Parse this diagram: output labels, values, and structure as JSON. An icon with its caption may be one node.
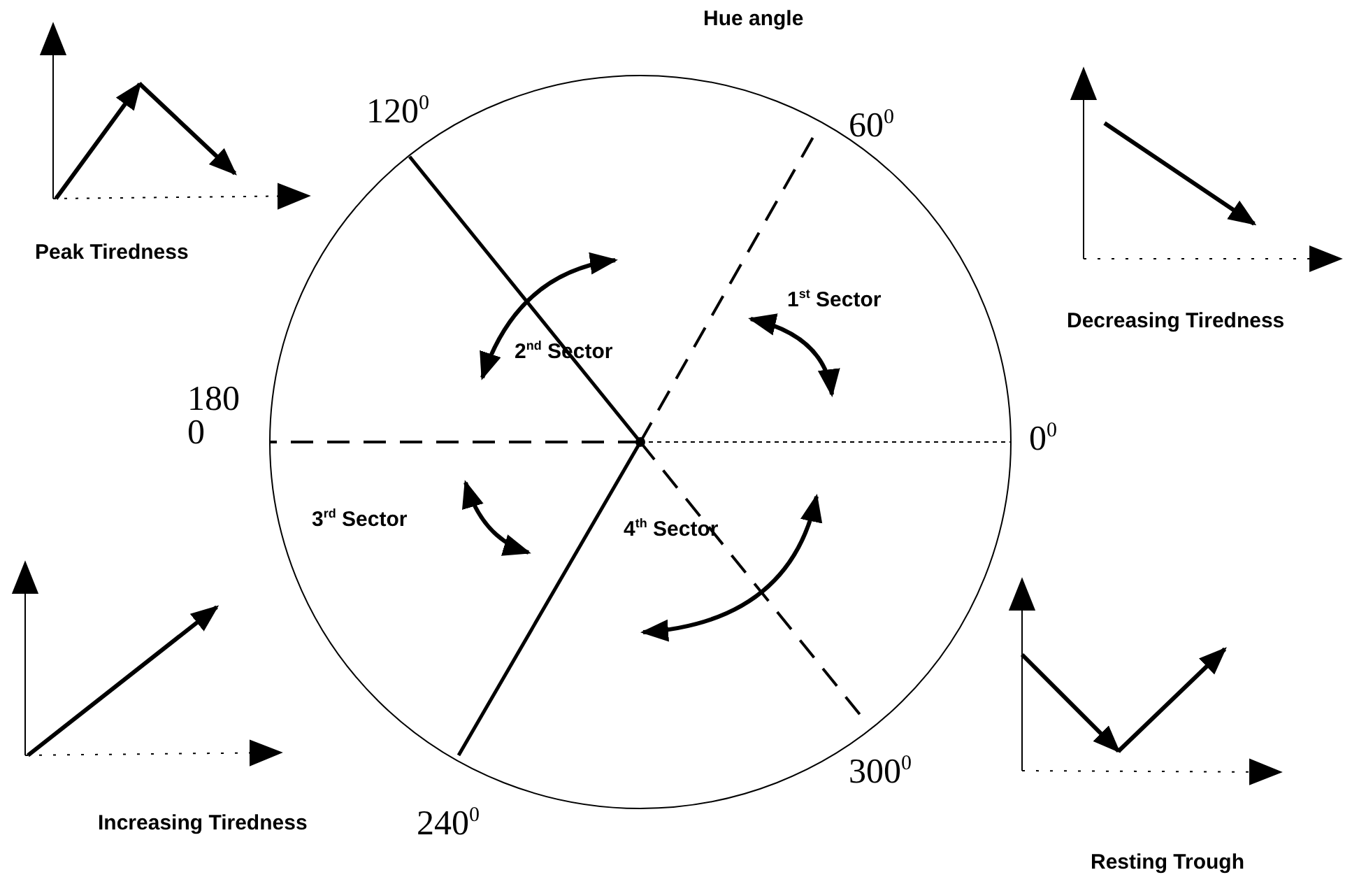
{
  "diagram": {
    "labels": [
      "Hue angle",
      "120$^{0}$",
      "60$^{0}$",
      "Peak Tiredness",
      "Decreasing Tiredness",
      "2$^{nd}$ Sector",
      "1$^{st}$ Sector",
      "180 0",
      "0$^{0}$",
      "3$^{rd}$ Sector",
      "4$^{th}$ Sector",
      "Increasing Tiredness",
      "240$^{0}$",
      "300$^{0}$",
      "Resting Trough"
    ]
  }
}
